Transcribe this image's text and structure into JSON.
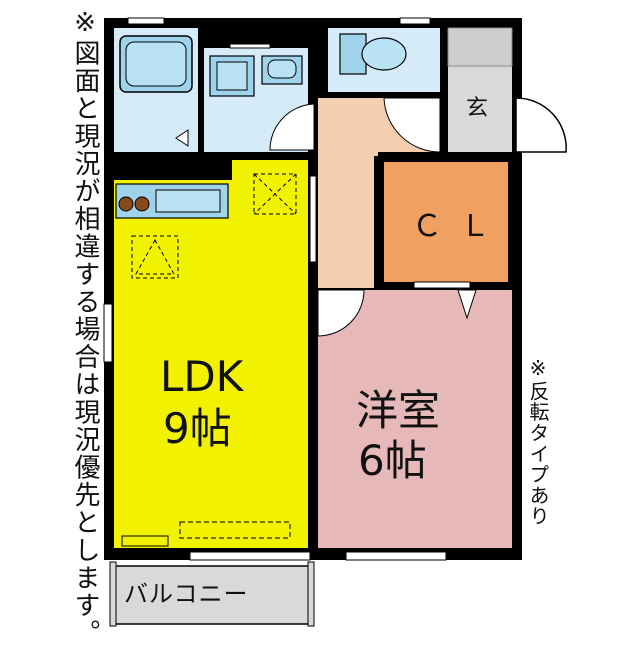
{
  "notes": {
    "left_vertical": "※図面と現況が相違する場合は現況優先とします。",
    "right_vertical": "※反転タイプあり"
  },
  "rooms": {
    "ldk": {
      "name": "LDK",
      "size": "9帖",
      "color": "#f2f200"
    },
    "western": {
      "name": "洋室",
      "size": "6帖",
      "color": "#e6b8b7"
    },
    "closet": {
      "name": "ＣＬ",
      "color": "#f0a060"
    },
    "entrance": {
      "name": "玄",
      "color": "#d9d9d9"
    },
    "balcony": {
      "name": "バルコニー",
      "color": "#d9d9d9"
    },
    "hall": {
      "color": "#f3cfb0"
    },
    "wet_area": {
      "color": "#d6ebf8"
    }
  },
  "colors": {
    "wall": "#000000",
    "fixture": "#9fd3ec",
    "stove": "#8a4a1a"
  }
}
